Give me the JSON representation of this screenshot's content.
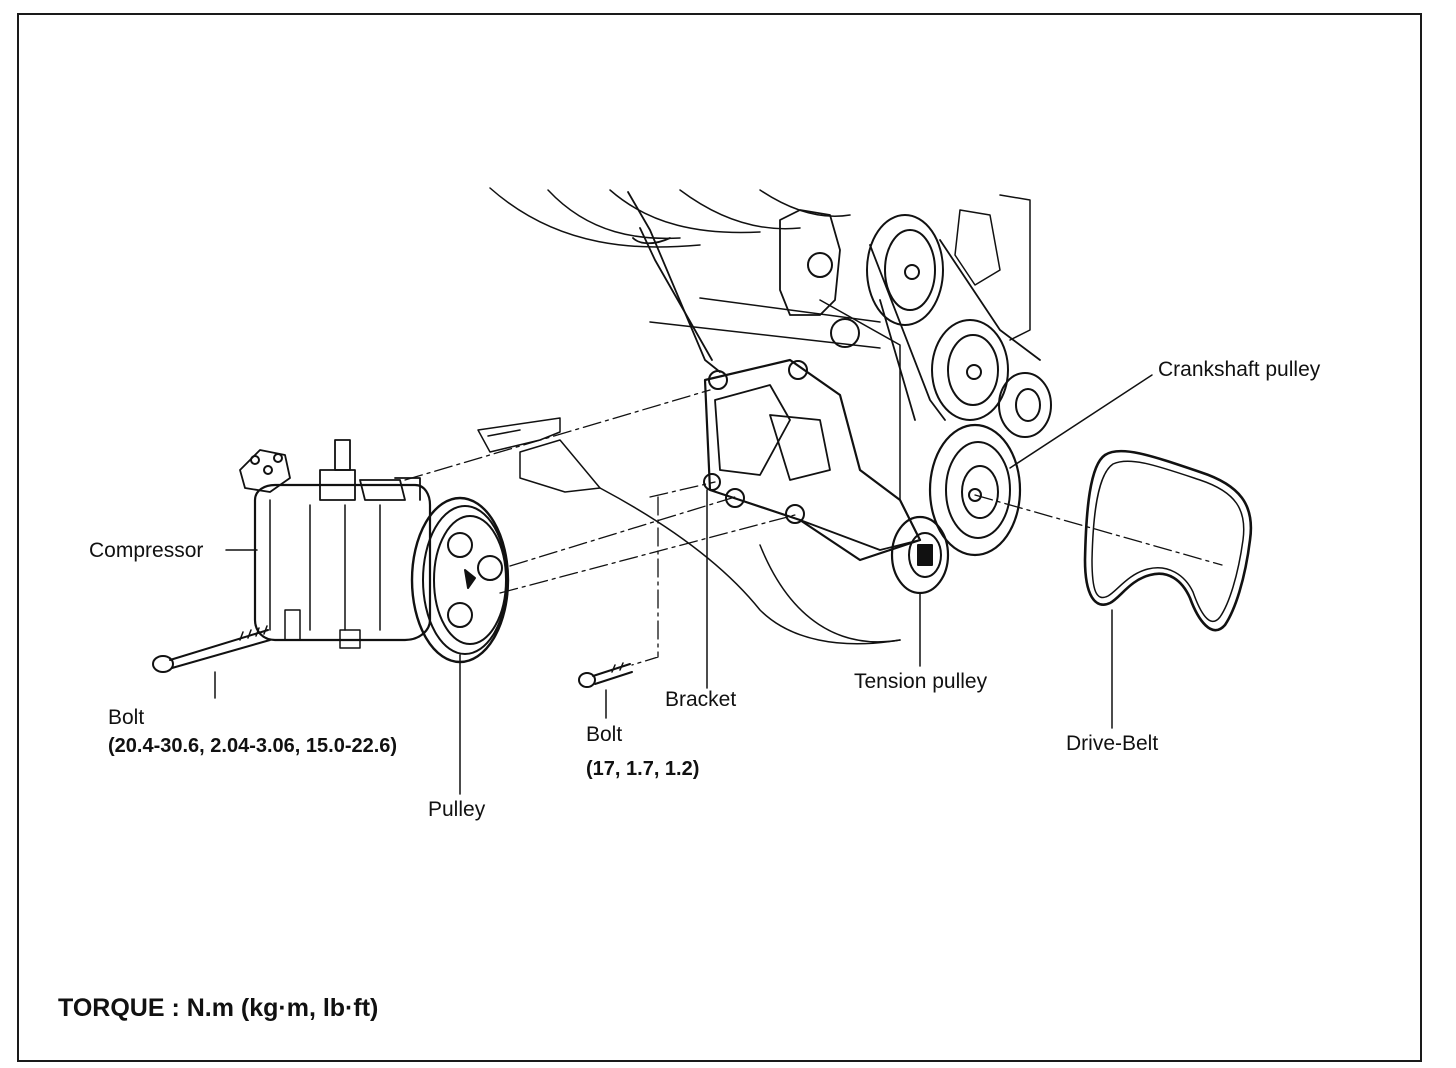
{
  "labels": {
    "compressor": "Compressor",
    "bolt_left": "Bolt",
    "bolt_left_spec": "(20.4-30.6, 2.04-3.06, 15.0-22.6)",
    "pulley": "Pulley",
    "bolt_mid": "Bolt",
    "bolt_mid_spec": "(17, 1.7, 1.2)",
    "bracket": "Bracket",
    "tension_pulley": "Tension pulley",
    "crankshaft_pulley": "Crankshaft pulley",
    "drive_belt": "Drive-Belt"
  },
  "footer": {
    "torque_units": "TORQUE : N.m  (kg·m, lb·ft)"
  },
  "colors": {
    "ink": "#111111",
    "background": "#ffffff"
  }
}
